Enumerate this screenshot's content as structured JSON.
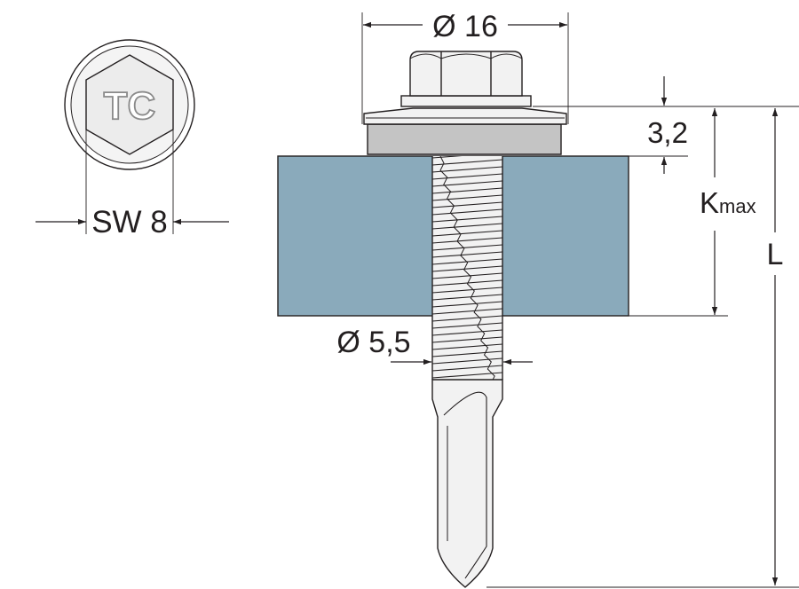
{
  "head_view": {
    "marking": "TC",
    "wrench_size_label": "SW 8"
  },
  "dimensions": {
    "washer_diameter": "Ø 16",
    "washer_thickness": "3,2",
    "clamp_thickness_main": "K",
    "clamp_thickness_sub": "max",
    "screw_length": "L",
    "thread_diameter": "Ø 5,5"
  },
  "colors": {
    "plate": "#8aaabb",
    "seal": "#c4c4c4",
    "metal": "#f2f2f2",
    "line": "#231f20"
  }
}
